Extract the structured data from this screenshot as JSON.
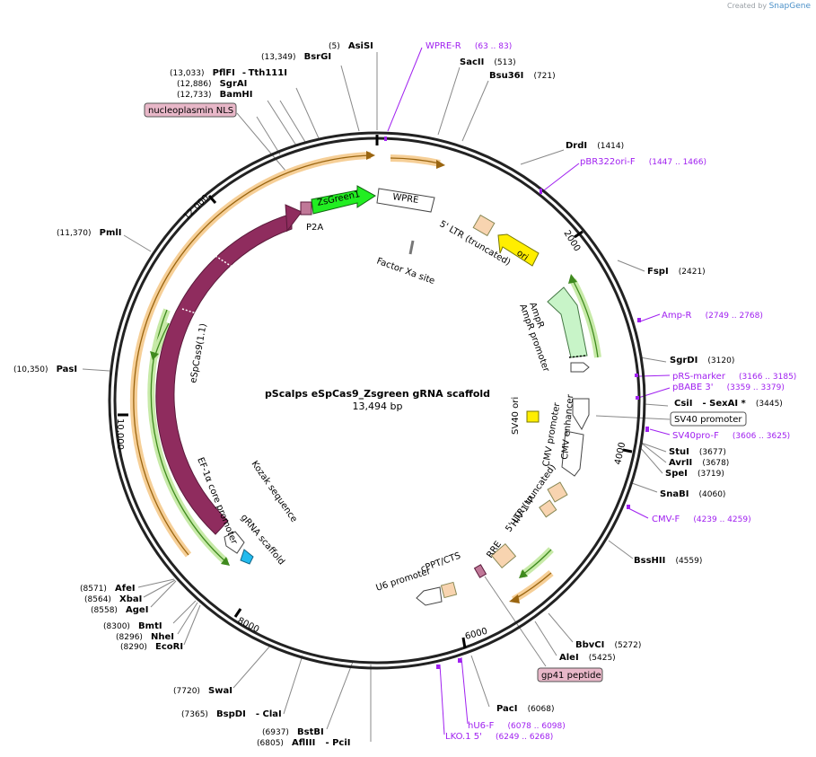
{
  "credit": {
    "prefix": "Created by",
    "brand": "SnapGene"
  },
  "plasmid": {
    "name": "pScalps eSpCas9_Zsgreen gRNA scaffold",
    "length": "13,494 bp"
  },
  "ruler": [
    "2000",
    "4000",
    "6000",
    "8000",
    "10,000",
    "12,000"
  ],
  "sites": [
    {
      "name": "AsiSI",
      "pos": "(5)"
    },
    {
      "name": "BsrGI",
      "pos": "(13,349)"
    },
    {
      "name": "Tth111I",
      "pos": "(13,033)",
      "extra": "PflFI"
    },
    {
      "name": "SgrAI",
      "pos": "(12,886)"
    },
    {
      "name": "BamHI",
      "pos": "(12,733)"
    },
    {
      "name": "SacII",
      "pos": "(513)"
    },
    {
      "name": "Bsu36I",
      "pos": "(721)"
    },
    {
      "name": "DrdI",
      "pos": "(1414)"
    },
    {
      "name": "FspI",
      "pos": "(2421)"
    },
    {
      "name": "SgrDI",
      "pos": "(3120)"
    },
    {
      "name": "CsiI",
      "extra": "- SexAI *",
      "pos": "(3445)"
    },
    {
      "name": "StuI",
      "pos": "(3677)"
    },
    {
      "name": "AvrII",
      "pos": "(3678)"
    },
    {
      "name": "SpeI",
      "pos": "(3719)"
    },
    {
      "name": "SnaBI",
      "pos": "(4060)"
    },
    {
      "name": "BssHII",
      "pos": "(4559)"
    },
    {
      "name": "BbvCI",
      "pos": "(5272)"
    },
    {
      "name": "AleI",
      "pos": "(5425)"
    },
    {
      "name": "PacI",
      "pos": "(6068)"
    },
    {
      "name": "BstBI",
      "pos": "(6937)"
    },
    {
      "name": "AflIII",
      "extra": "- PciI",
      "pos": "(6805)"
    },
    {
      "name": "BspDI",
      "extra": "- ClaI",
      "pos": "(7365)"
    },
    {
      "name": "SwaI",
      "pos": "(7720)"
    },
    {
      "name": "EcoRI",
      "pos": "(8290)"
    },
    {
      "name": "NheI",
      "pos": "(8296)"
    },
    {
      "name": "BmtI",
      "pos": "(8300)"
    },
    {
      "name": "AgeI",
      "pos": "(8558)"
    },
    {
      "name": "XbaI",
      "pos": "(8564)"
    },
    {
      "name": "AfeI",
      "pos": "(8571)"
    },
    {
      "name": "PasI",
      "pos": "(10,350)"
    },
    {
      "name": "PmlI",
      "pos": "(11,370)"
    }
  ],
  "primers": [
    {
      "name": "WPRE-R",
      "pos": "(63 .. 83)"
    },
    {
      "name": "pBR322ori-F",
      "pos": "(1447 .. 1466)"
    },
    {
      "name": "Amp-R",
      "pos": "(2749 .. 2768)"
    },
    {
      "name": "pRS-marker",
      "pos": "(3166 .. 3185)"
    },
    {
      "name": "pBABE 3'",
      "pos": "(3359 .. 3379)"
    },
    {
      "name": "SV40pro-F",
      "pos": "(3606 .. 3625)"
    },
    {
      "name": "CMV-F",
      "pos": "(4239 .. 4259)"
    },
    {
      "name": "hU6-F",
      "pos": "(6078 .. 6098)"
    },
    {
      "name": "LKO.1 5'",
      "pos": "(6249 .. 6268)"
    }
  ],
  "boxed_features": [
    {
      "name": "nucleoplasmin NLS",
      "color": "#e8b7c8"
    },
    {
      "name": "SV40 promoter",
      "color": "#ffffff"
    },
    {
      "name": "gp41 peptide",
      "color": "#e8b7c8"
    }
  ],
  "features": [
    {
      "name": "ZsGreen1",
      "color": "#22ee22"
    },
    {
      "name": "WPRE",
      "color": "#ffffff"
    },
    {
      "name": "P2A",
      "color": "#c07898"
    },
    {
      "name": "5' LTR (truncated)",
      "color": "#f8d4b0"
    },
    {
      "name": "ori",
      "color": "#ffee00"
    },
    {
      "name": "Factor Xa site",
      "color": "#777777"
    },
    {
      "name": "AmpR",
      "color": "#c8f4c8"
    },
    {
      "name": "AmpR promoter",
      "color": "#ffffff"
    },
    {
      "name": "SV40 ori",
      "color": "#ffee00"
    },
    {
      "name": "CMV enhancer",
      "color": "#ffffff"
    },
    {
      "name": "CMV promoter",
      "color": "#ffffff"
    },
    {
      "name": "5' LTR (truncated)",
      "color": "#f8d4b0"
    },
    {
      "name": "HIV-1 Ψ",
      "color": "#f8d4b0"
    },
    {
      "name": "RRE",
      "color": "#f8d4b0"
    },
    {
      "name": "cPPT/CTS",
      "color": "#f8d4b0"
    },
    {
      "name": "U6 promoter",
      "color": "#ffffff"
    },
    {
      "name": "eSpCas9(1.1)",
      "color": "#8f2c5e"
    },
    {
      "name": "EF-1α core promoter",
      "color": "#ffffff"
    },
    {
      "name": "Kozak sequence",
      "color": "#000000"
    },
    {
      "name": "gRNA scaffold",
      "color": "#22bbee"
    }
  ],
  "colors": {
    "backbone": "#222222",
    "primer": "#a020f0",
    "orange_arc": "#f0b060",
    "green_arc": "#52a52b",
    "cas9": "#8f2c5e",
    "zsgreen": "#22ee22"
  }
}
